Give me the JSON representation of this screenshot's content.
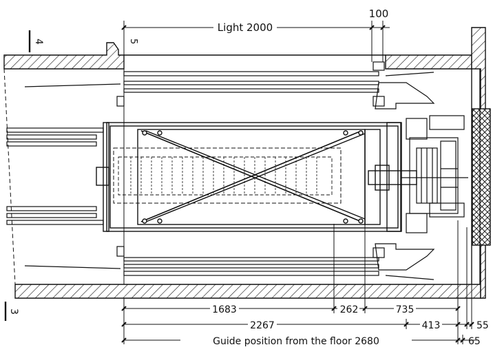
{
  "colors": {
    "ink": "#111111",
    "background": "#ffffff",
    "hatch": "#222222"
  },
  "dims": {
    "light": "Light 2000",
    "slot": "100",
    "row1": [
      "1683",
      "262",
      "735"
    ],
    "row2": [
      "2267",
      "413",
      "55"
    ],
    "guide": "Guide position from the floor 2680",
    "guide_right": "65"
  },
  "markers": {
    "section_top": "4",
    "section_bottom": "3",
    "level": "5"
  }
}
